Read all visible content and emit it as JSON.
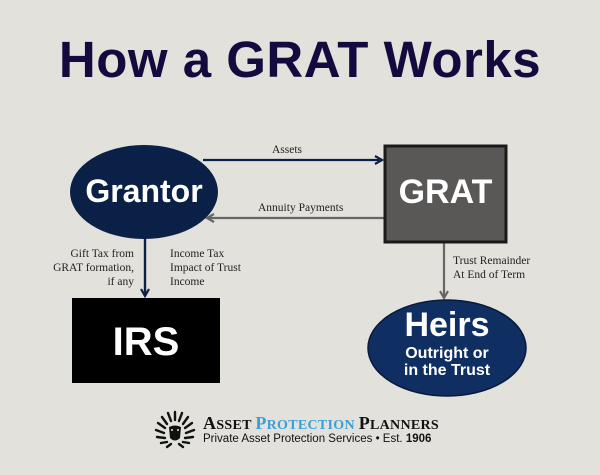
{
  "title": "How a GRAT Works",
  "nodes": {
    "grantor": {
      "label": "Grantor",
      "color": "#0b2046"
    },
    "grat": {
      "label": "GRAT",
      "color": "#595857",
      "border": "#1a1a1a"
    },
    "irs": {
      "label": "IRS",
      "color": "#000000"
    },
    "heirs": {
      "label": "Heirs",
      "sublabel_line1": "Outright or",
      "sublabel_line2": "in the Trust",
      "color": "#0f2f62"
    }
  },
  "edges": {
    "assets": {
      "label": "Assets",
      "from": "Grantor",
      "to": "GRAT"
    },
    "annuity": {
      "label": "Annuity Payments",
      "from": "GRAT",
      "to": "Grantor"
    },
    "to_irs": {
      "from": "Grantor",
      "to": "IRS",
      "left_label": [
        "Gift Tax from",
        "GRAT formation,",
        "if any"
      ],
      "right_label": [
        "Income Tax",
        "Impact of Trust",
        "Income"
      ]
    },
    "remainder": {
      "label": [
        "Trust Remainder",
        "At End of Term"
      ],
      "from": "GRAT",
      "to": "Heirs"
    }
  },
  "logo": {
    "icon": "lion-head-icon",
    "name_part1_initial": "A",
    "name_part1_rest": "SSET ",
    "name_part2_initial": "P",
    "name_part2_rest": "ROTECTION ",
    "name_part3_initial": "P",
    "name_part3_rest": "LANNERS",
    "tagline": "Private Asset Protection Services • Est.",
    "year": "1906",
    "accent_color": "#3aa0d8"
  }
}
